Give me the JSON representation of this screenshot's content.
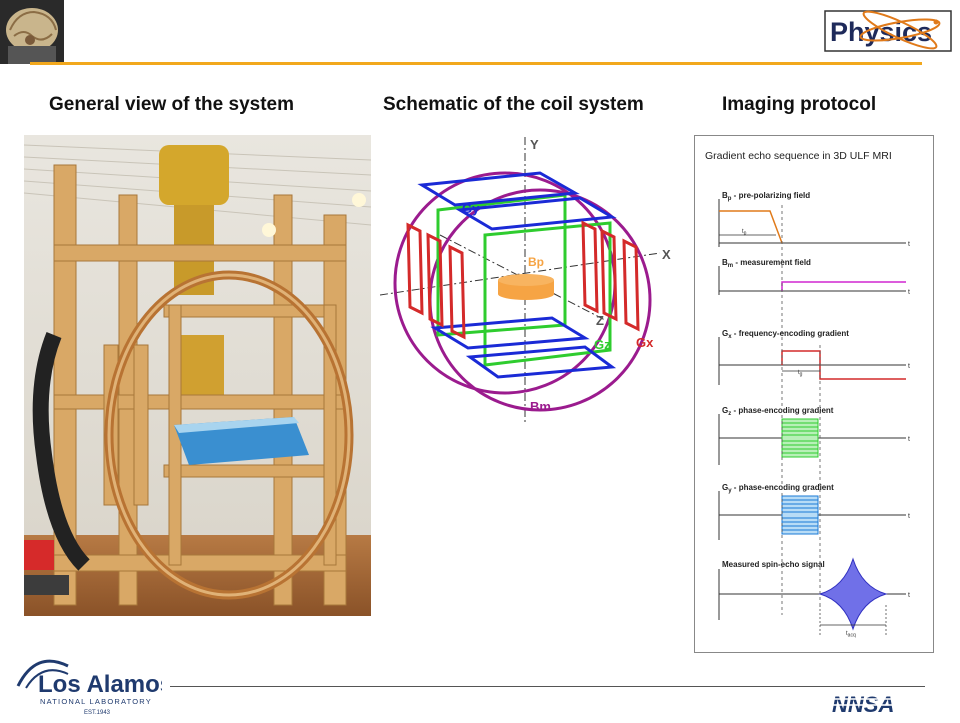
{
  "header": {
    "logo_text": "Physics"
  },
  "titles": {
    "general": "General view of the system",
    "schematic": "Schematic of the coil system",
    "protocol": "Imaging protocol"
  },
  "schematic": {
    "axis_y": "Y",
    "axis_x": "X",
    "axis_z": "Z",
    "gy": "Gy",
    "gz": "Gz",
    "gx": "Gx",
    "bp": "Bp",
    "bm": "Bm",
    "colors": {
      "purple": "#9b1b8e",
      "blue": "#1a2ad6",
      "green": "#2ecc2e",
      "red": "#d42a2a",
      "orange": "#f6a444"
    }
  },
  "protocol": {
    "title": "Gradient echo sequence in 3D ULF MRI",
    "rows": [
      {
        "label": "B",
        "sub": "p",
        "rest": " - pre-polarizing field"
      },
      {
        "label": "B",
        "sub": "m",
        "rest": " - measurement field"
      },
      {
        "label": "G",
        "sub": "x",
        "rest": " - frequency-encoding gradient"
      },
      {
        "label": "G",
        "sub": "z",
        "rest": " - phase-encoding gradient"
      },
      {
        "label": "G",
        "sub": "y",
        "rest": " - phase-encoding gradient"
      },
      {
        "label": "Measured spin-echo signal",
        "sub": "",
        "rest": ""
      }
    ],
    "t": "t",
    "tp_base": "t",
    "tp_sub": "p",
    "tg_base": "t",
    "tg_sub": "g",
    "tacq_base": "t",
    "tacq_sub": "acq"
  },
  "footer": {
    "lanl_line1": "Los Alamos",
    "lanl_line2": "NATIONAL LABORATORY",
    "lanl_line3": "EST.1943",
    "nnsa": "NNSA"
  }
}
